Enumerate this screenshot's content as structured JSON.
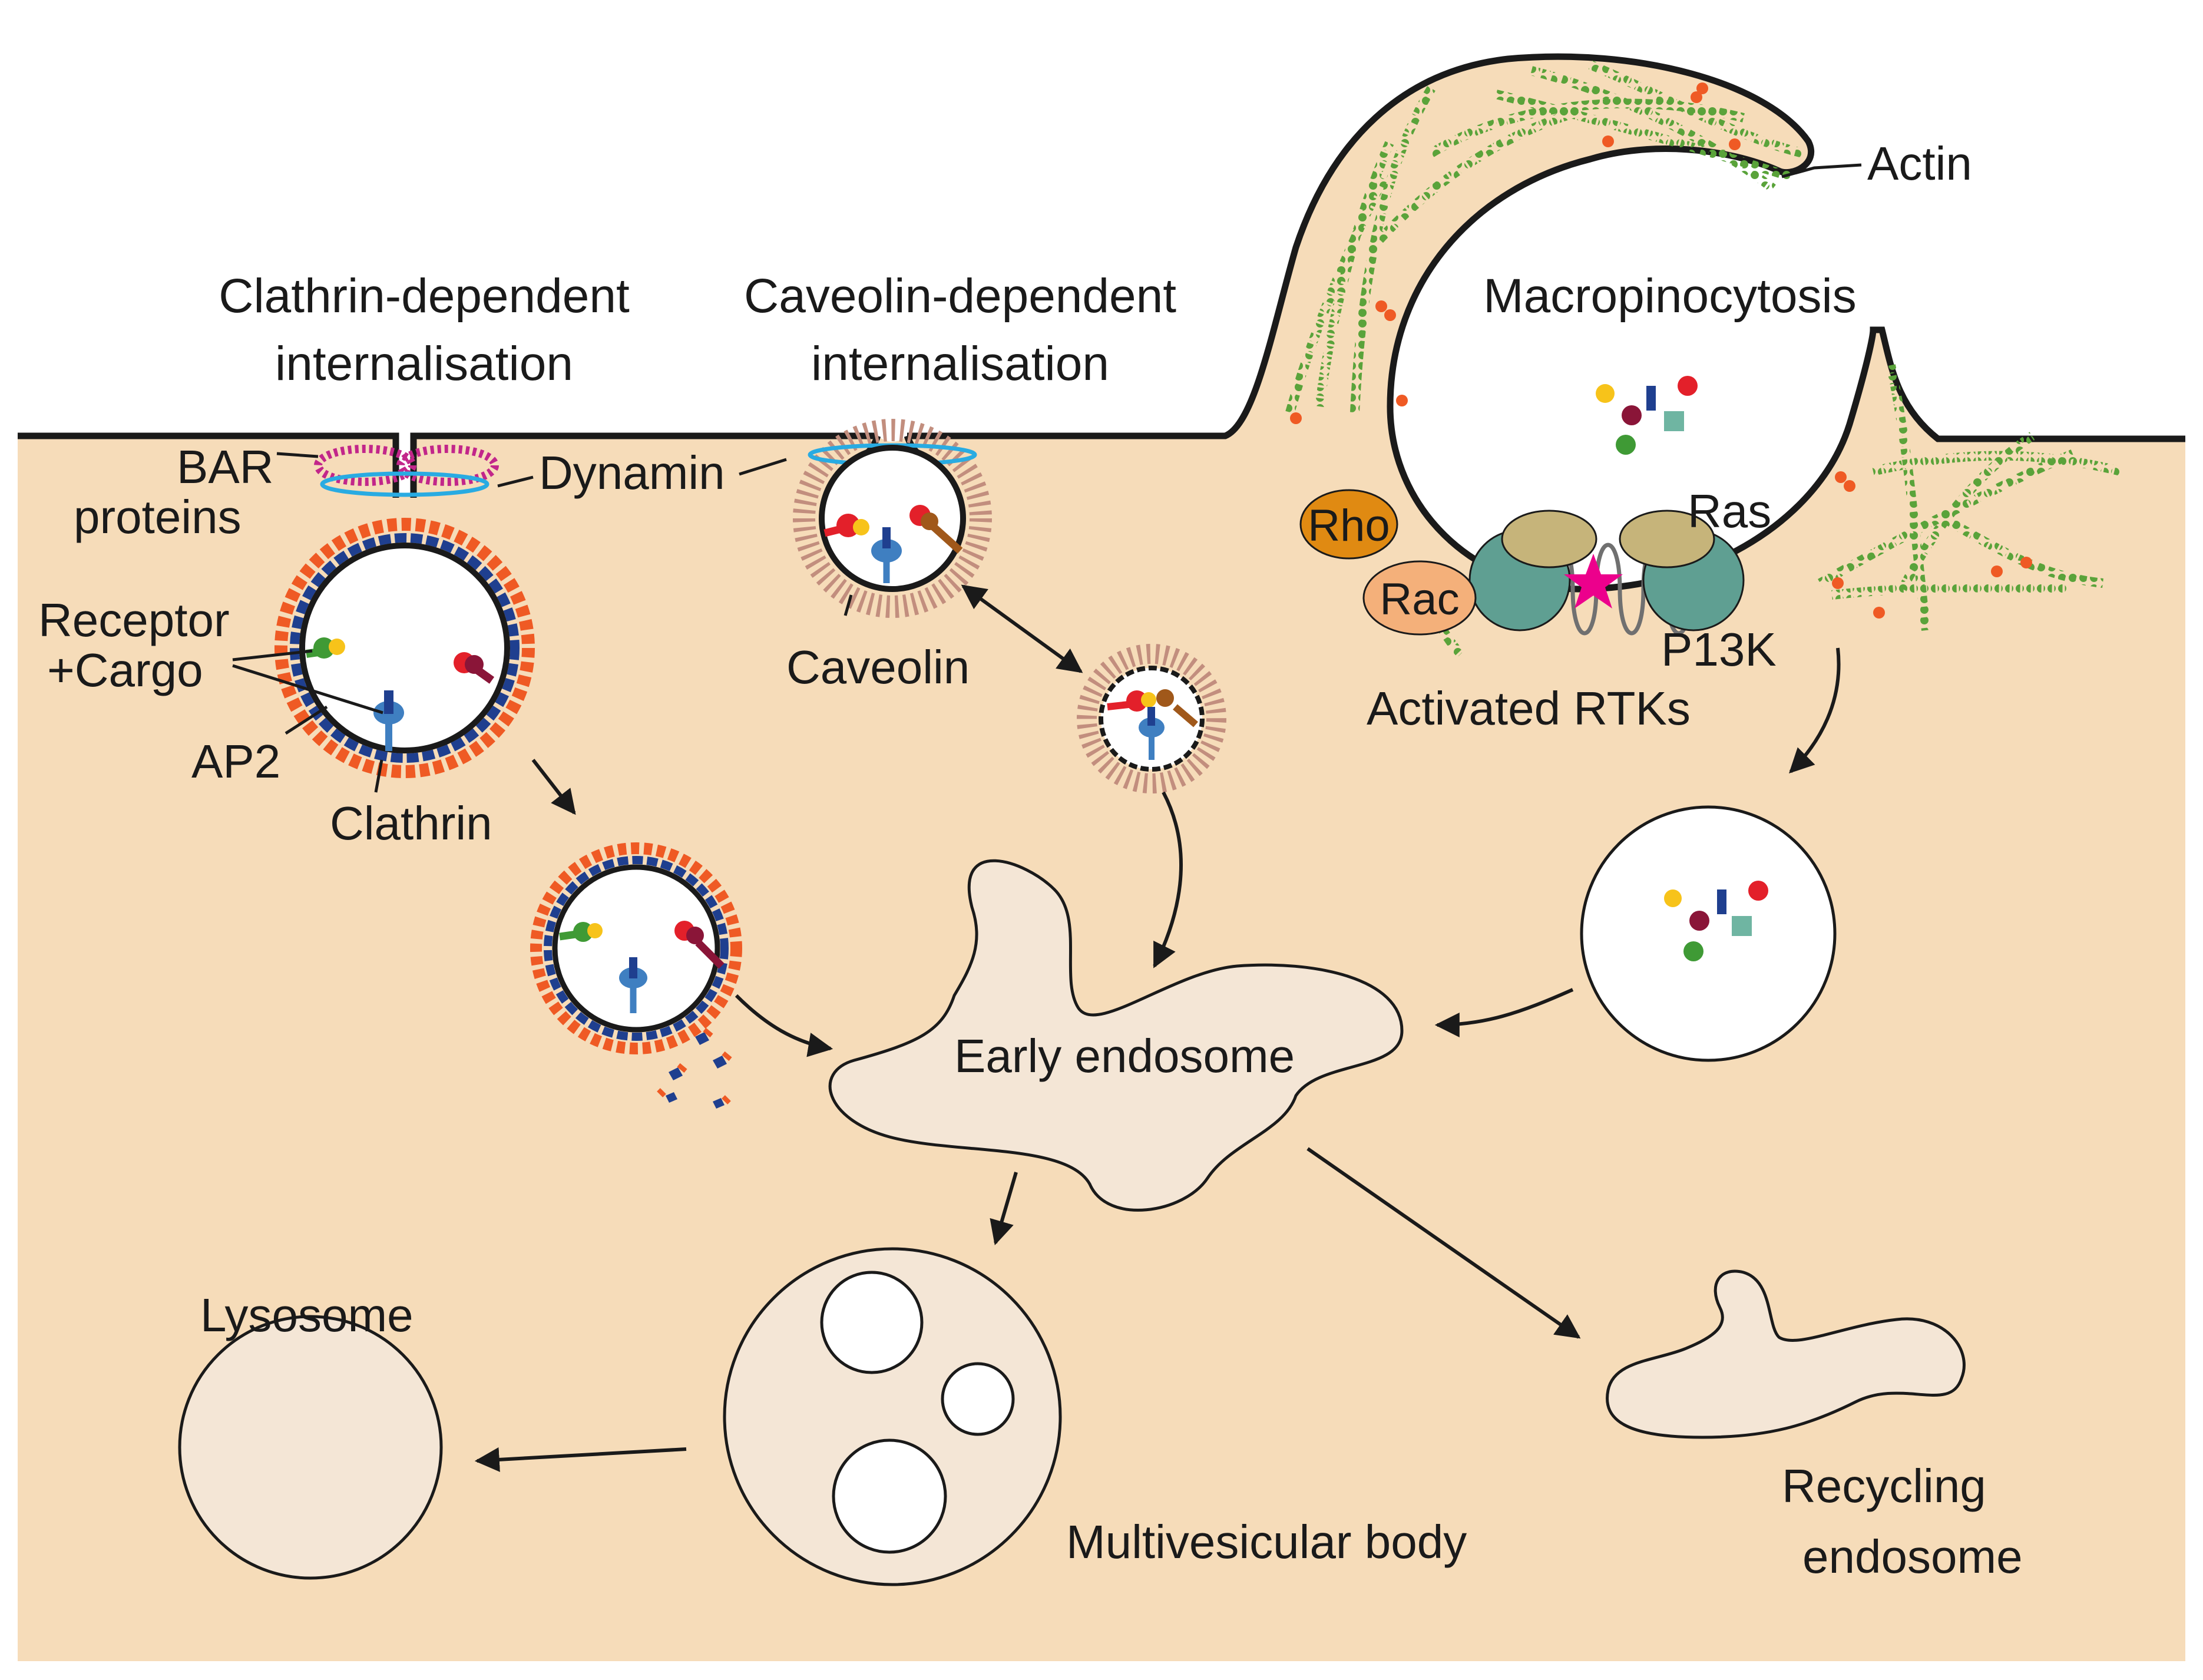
{
  "labels": {
    "clathrin_title_1": "Clathrin-dependent",
    "clathrin_title_2": "internalisation",
    "caveolin_title_1": "Caveolin-dependent",
    "caveolin_title_2": "internalisation",
    "macropinocytosis": "Macropinocytosis",
    "actin": "Actin",
    "bar_1": "BAR",
    "bar_2": "proteins",
    "dynamin": "Dynamin",
    "receptor_1": "Receptor",
    "receptor_2": "+Cargo",
    "ap2": "AP2",
    "clathrin": "Clathrin",
    "caveolin": "Caveolin",
    "rho": "Rho",
    "rac": "Rac",
    "ras": "Ras",
    "p13k": "P13K",
    "activated_rtks": "Activated RTKs",
    "early_endosome": "Early endosome",
    "lysosome": "Lysosome",
    "multivesicular_body": "Multivesicular body",
    "recycling_1": "Recycling",
    "recycling_2": "endosome"
  },
  "colors": {
    "cytoplasm": "#f6dcb9",
    "organelle": "#f4e6d6",
    "membrane": "#1a1a1a",
    "clathrin_coat": "#ef5a24",
    "ap2_adaptor": "#1f3f8f",
    "dynamin_ring": "#29abe2",
    "bar_protein": "#c2268a",
    "caveolin_coat": "#c28e7e",
    "actin": "#5aa33a",
    "rho": "#e08a12",
    "rac": "#f4b07a",
    "pi3k": "#5f9f92",
    "ras": "#c6b47a",
    "rtk_star": "#ec008c",
    "receptor": "#3f7fc1",
    "cargo_yellow": "#f7c31a",
    "cargo_red": "#e3202a",
    "cargo_maroon": "#8a1538",
    "cargo_green": "#3f9a35",
    "cargo_teal": "#6fb5a2"
  }
}
